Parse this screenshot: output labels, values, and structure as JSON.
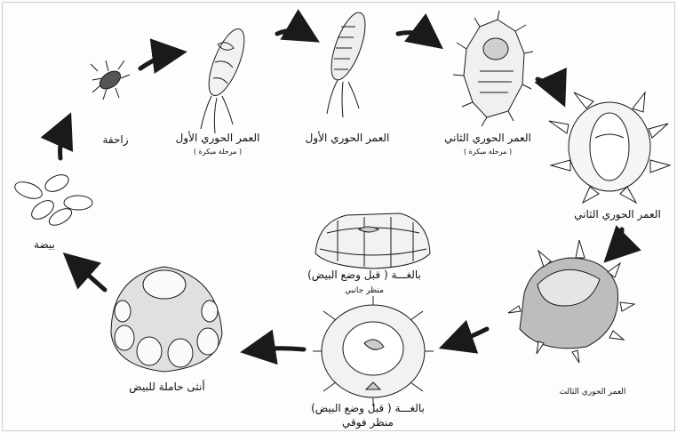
{
  "labels": {
    "crawler": "زاحفة",
    "nymph1_early": "العمر الحوري الأول",
    "nymph1_early_note": "( مرحلة مبكرة )",
    "nymph1": "العمر الحوري الأول",
    "nymph2_early": "العمر الحوري الثاني",
    "nymph2_early_note": "( مرحلة مبكرة )",
    "nymph2": "العمر الحوري الثاني",
    "nymph3": "العمر الحوري الثالث",
    "adult_top": "بالغـــة ( قبل وضع البيض)",
    "adult_top_view": "منظر فوقي",
    "adult_side": "بالغـــة ( قبل وضع البيض)",
    "adult_side_view": "منظر جانبي",
    "gravid_female": "أنثى حاملة للبيض",
    "eggs": "بيضة"
  },
  "colors": {
    "ink": "#1a1a1a",
    "paper": "#fdfdfd"
  }
}
